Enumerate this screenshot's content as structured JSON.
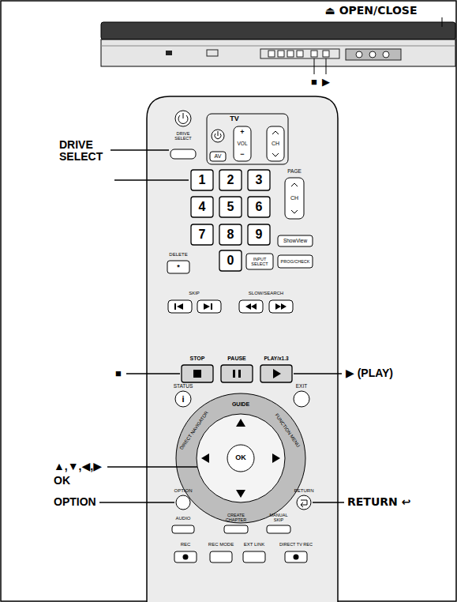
{
  "diagram": {
    "labels": [
      "⏏ OPEN/CLOSE",
      "■",
      "▶",
      "DRIVE SELECT",
      "■",
      "▶ (PLAY)",
      "▲,▼,◀,▶",
      "OK",
      "OPTION",
      "RETURN ↩",
      "TV",
      "VOL",
      "+",
      "−",
      "AV",
      "DRIVE SELECT",
      "PAGE",
      "CH",
      "CH",
      "1",
      "2",
      "3",
      "4",
      "5",
      "6",
      "7",
      "8",
      "9",
      "0",
      "ShowView",
      "PROG/CHECK",
      "DELETE",
      "*",
      "INPUT SELECT",
      "SKIP",
      "SLOW/SEARCH",
      "STOP",
      "PAUSE",
      "PLAY/x1.3",
      "STATUS",
      "i",
      "EXIT",
      "GUIDE",
      "DIRECT NAVIGATOR",
      "FUNCTION MENU",
      "OK",
      "OPTION",
      "RETURN",
      "AUDIO",
      "CREATE CHAPTER",
      "MANUAL SKIP",
      "REC",
      "REC MODE",
      "EXT LINK",
      "DIRECT TV REC"
    ]
  }
}
